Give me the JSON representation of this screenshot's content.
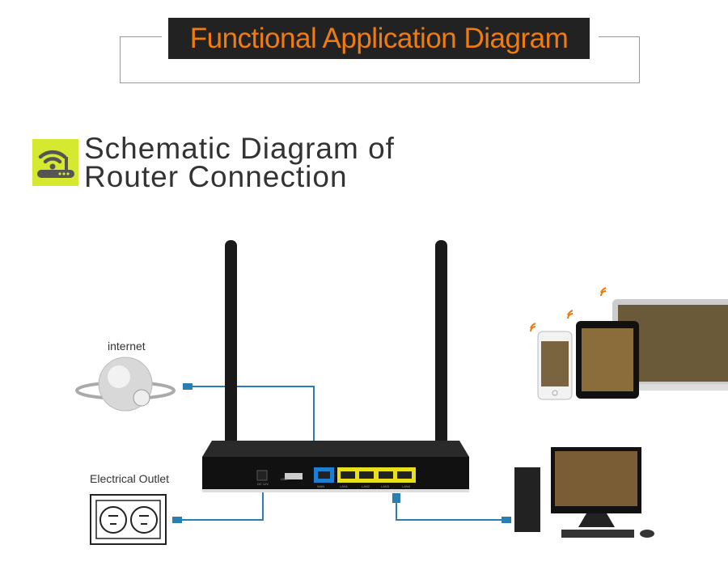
{
  "header": {
    "title": "Functional Application Diagram"
  },
  "section": {
    "icon": "router-wifi-icon",
    "title_line1": "Schematic Diagram of",
    "title_line2": "Router Connection"
  },
  "labels": {
    "internet": "internet",
    "outlet": "Electrical Outlet"
  },
  "router": {
    "ports": [
      "DC 12V",
      "USB",
      "WAN",
      "LAN1",
      "LAN2",
      "LAN3",
      "LAN4"
    ]
  },
  "colors": {
    "accent": "#f07c10",
    "icon_bg": "#d4e92f",
    "cable": "#2a7fb0",
    "wan": "#1e7fd0",
    "lan": "#e8e01a"
  }
}
